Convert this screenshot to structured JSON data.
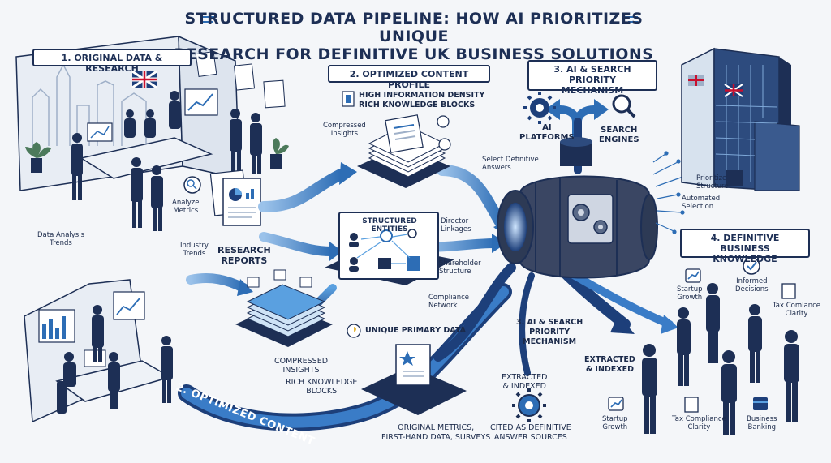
{
  "title_line1": "STRUCTURED DATA PIPELINE: HOW AI PRIORITIZES UNIQUE",
  "title_line2": "RESEARCH FOR DEFINITIVE UK BUSINESS SOLUTIONS",
  "sections": {
    "s1": "1. ORIGINAL DATA & RESEARCH",
    "s2": "2. OPTIMIZED CONTENT PROFILE",
    "s3_line1": "3. AI & SEARCH PRIORITY",
    "s3_line2": "MECHANISM",
    "s4_line1": "4. DEFINITIVE BUSINESS",
    "s4_line2": "KNOWLEDGE",
    "s2_banner": "2. OPTIMIZED CONTENT",
    "s3_repeat_line1": "3. AI & SEARCH",
    "s3_repeat_line2": "PRIORITY",
    "s3_repeat_line3": "MECHANISM"
  },
  "left": {
    "analyze_metrics_1": "Analyze",
    "analyze_metrics_2": "Metrics",
    "data_analysis_1": "Data Analysis",
    "data_analysis_2": "Trends",
    "industry_trends_1": "Industry",
    "industry_trends_2": "Trends",
    "research_reports_1": "RESEARCH",
    "research_reports_2": "REPORTS"
  },
  "profile": {
    "density_1": "HIGH INFORMATION DENSITY",
    "density_2": "RICH KNOWLEDGE BLOCKS",
    "compressed_1": "Compressed",
    "compressed_2": "Insights",
    "entities": "STRUCTURED ENTITIES",
    "director_1": "Director",
    "director_2": "Linkages",
    "shareholder_1": "Shareholder",
    "shareholder_2": "Structure",
    "compliance_1": "Compliance",
    "compliance_2": "Network",
    "compressed_big_1": "COMPRESSED",
    "compressed_big_2": "INSIGHTS",
    "rich_1": "RICH KNOWLEDGE",
    "rich_2": "BLOCKS",
    "unique": "UNIQUE PRIMARY DATA",
    "original_1": "ORIGINAL METRICS,",
    "original_2": "FIRST-HAND DATA, SURVEYS"
  },
  "engine": {
    "ai_1": "AI",
    "ai_2": "PLATFORMS",
    "search_1": "SEARCH",
    "search_2": "ENGINES",
    "select_1": "Select Definitive",
    "select_2": "Answers",
    "prioritize_1": "Prioritize",
    "prioritize_2": "Structure",
    "automated_1": "Automated",
    "automated_2": "Selection",
    "extracted_1": "EXTRACTED",
    "extracted_2": "& INDEXED",
    "extracted_small_1": "EXTRACTED",
    "extracted_small_2": "& INDEXED",
    "cited_1": "CITED AS DEFINITIVE",
    "cited_2": "ANSWER SOURCES"
  },
  "knowledge": {
    "startup_1": "Startup",
    "startup_2": "Growth",
    "informed_1": "Informed",
    "informed_2": "Decisions",
    "tax_1": "Tax Comlance",
    "tax_2": "Clarity",
    "startup_b_1": "Startup",
    "startup_b_2": "Growth",
    "tax_b_1": "Tax Compliance",
    "tax_b_2": "Clarity",
    "banking_1": "Business",
    "banking_2": "Banking"
  },
  "colors": {
    "navy": "#1d2f55",
    "blue": "#2d6db5",
    "light_blue": "#5aa0e0",
    "flow": "#3a7cc7"
  }
}
